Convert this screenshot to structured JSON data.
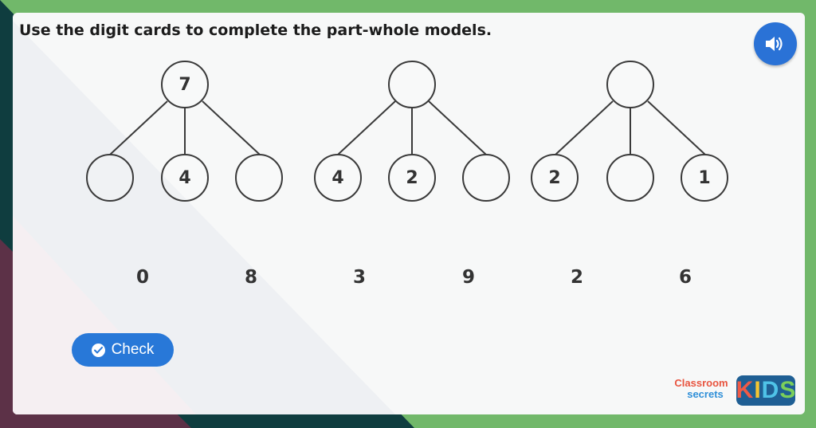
{
  "instruction": "Use the digit cards to complete the part-whole models.",
  "audio_icon": "speaker-icon",
  "models": [
    {
      "whole": "7",
      "parts": [
        "",
        "4",
        ""
      ]
    },
    {
      "whole": "",
      "parts": [
        "4",
        "2",
        ""
      ]
    },
    {
      "whole": "",
      "parts": [
        "2",
        "",
        "1"
      ]
    }
  ],
  "digit_cards": [
    "0",
    "8",
    "3",
    "9",
    "2",
    "6"
  ],
  "check_button": {
    "label": "Check",
    "icon": "check-circle-icon"
  },
  "logo": {
    "line1": "Classroom",
    "line2": "secrets",
    "kids": [
      "K",
      "I",
      "D",
      "S"
    ]
  },
  "colors": {
    "background_green": "#71b86a",
    "dark_teal": "#0f3d3f",
    "plum": "#5c3147",
    "button_blue": "#2878d8",
    "audio_blue": "#2a72d6"
  }
}
